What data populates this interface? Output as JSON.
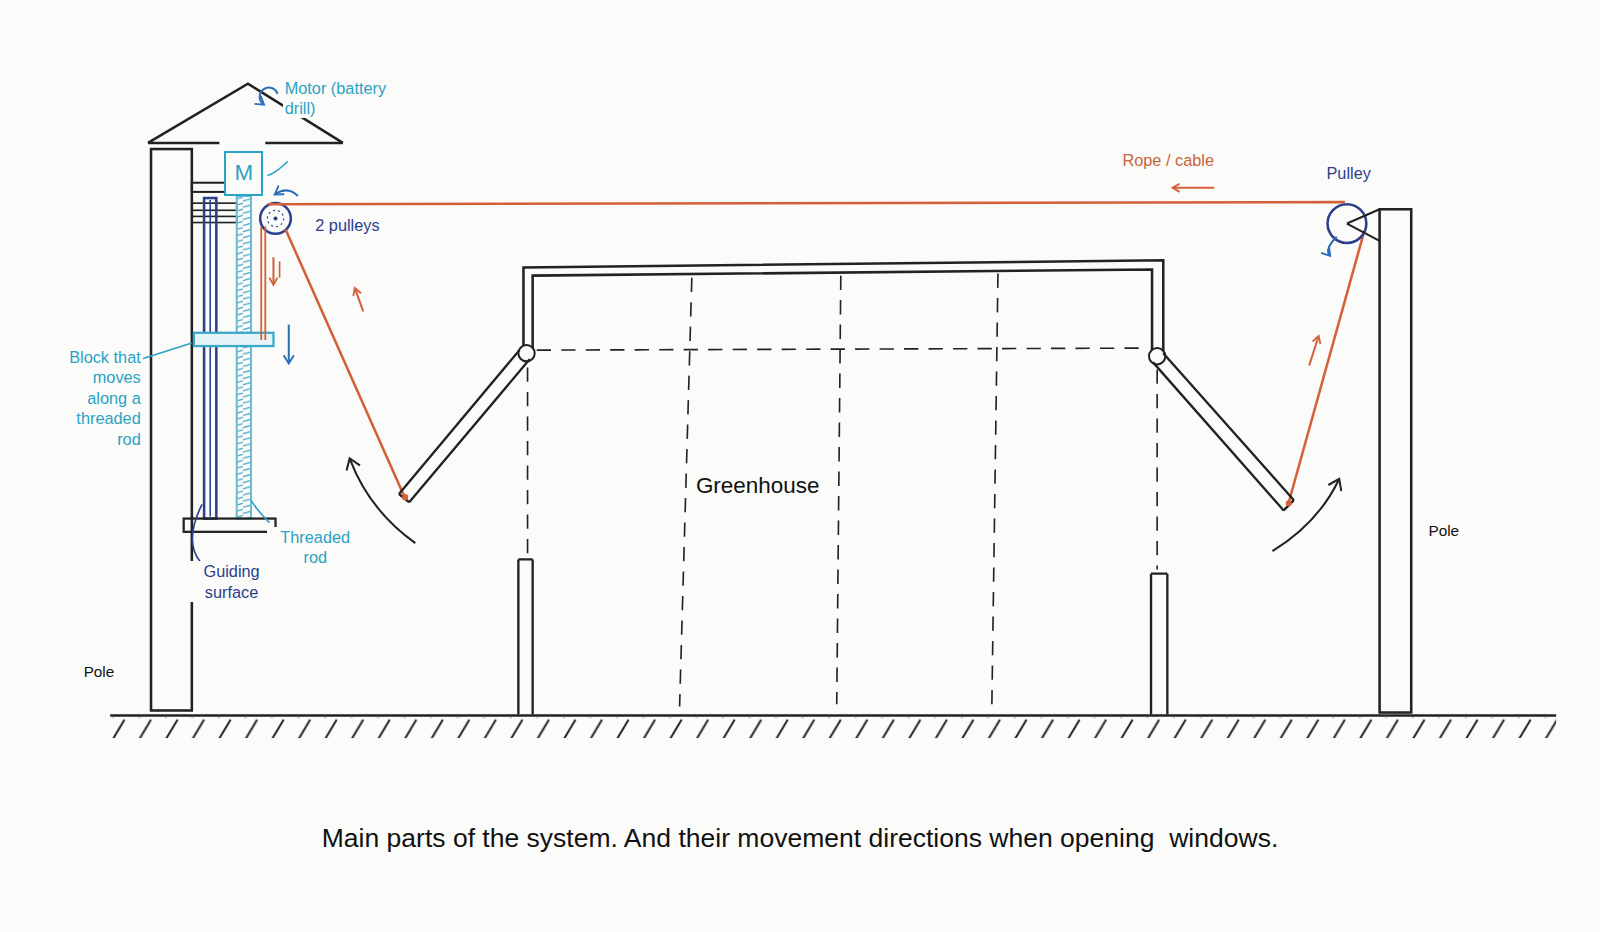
{
  "diagram": {
    "caption": "Main parts of the system. And their movement directions when opening  windows.",
    "nodes": [
      {
        "text": [
          "M"
        ]
      }
    ],
    "labels": [
      "Motor (battery drill)",
      "2 pulleys",
      "Rope / cable",
      "Pulley",
      "Block that moves along a threaded rod",
      "Threaded rod",
      "Guiding surface",
      "Pole",
      "Greenhouse",
      "Pole"
    ]
  }
}
